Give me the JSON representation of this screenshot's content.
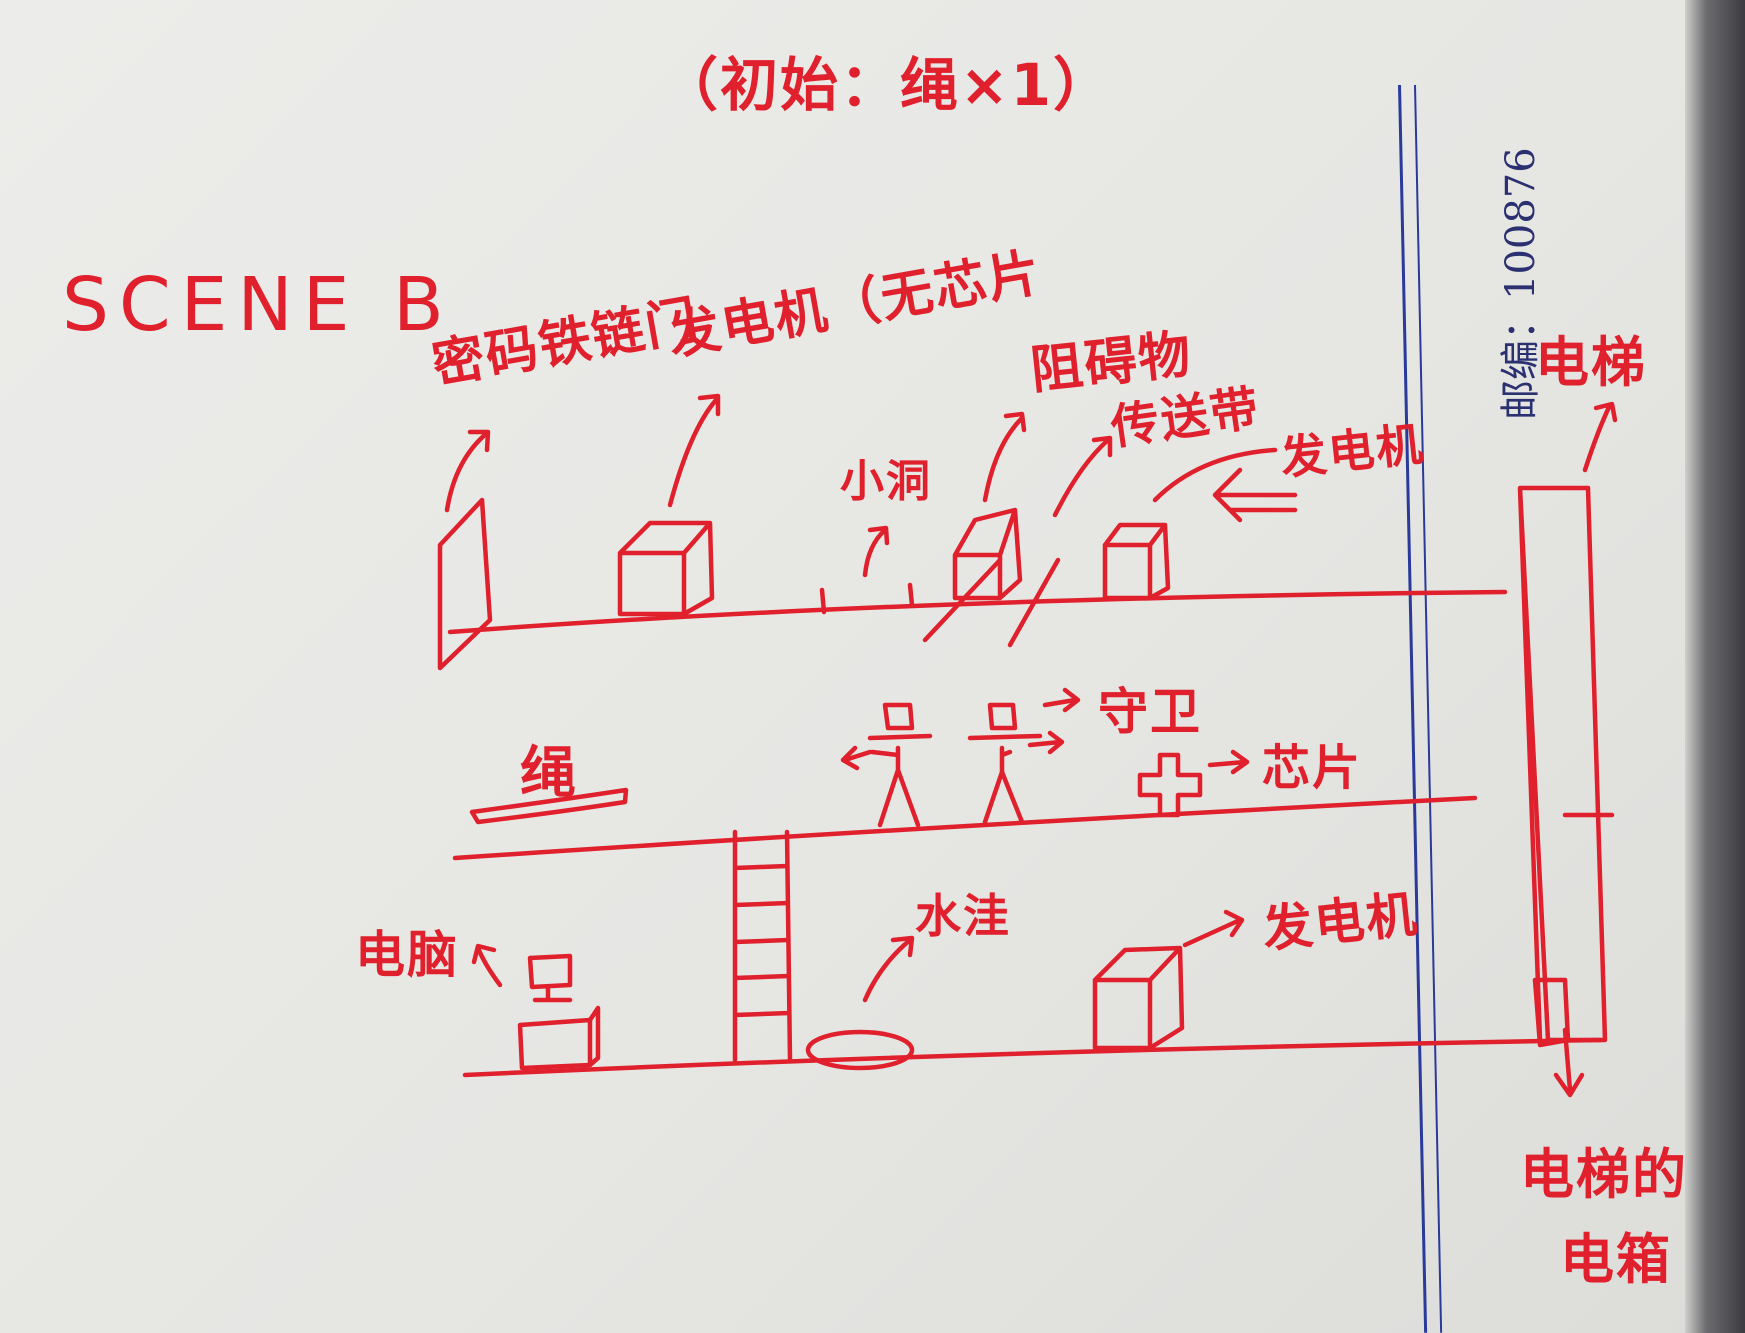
{
  "title": "（初始：绳×1）",
  "scene_label": "SCENE B",
  "postal_code": "邮编：100876",
  "labels": {
    "password_door": "密码铁链门",
    "generator_no_chip": "发电机（无芯片",
    "small_hole": "小洞",
    "obstacle": "阻碍物",
    "conveyor": "传送带",
    "generator_top": "发电机",
    "elevator": "电梯",
    "guard": "守卫",
    "chip": "芯片",
    "rope": "绳",
    "computer": "电脑",
    "puddle": "水洼",
    "generator_bottom": "发电机",
    "elevator_switch_line1": "电梯的",
    "elevator_switch_line2": "电箱"
  },
  "colors": {
    "ink": "#e0202c",
    "print": "#2b3070",
    "margin_line": "#2a3a9a"
  }
}
